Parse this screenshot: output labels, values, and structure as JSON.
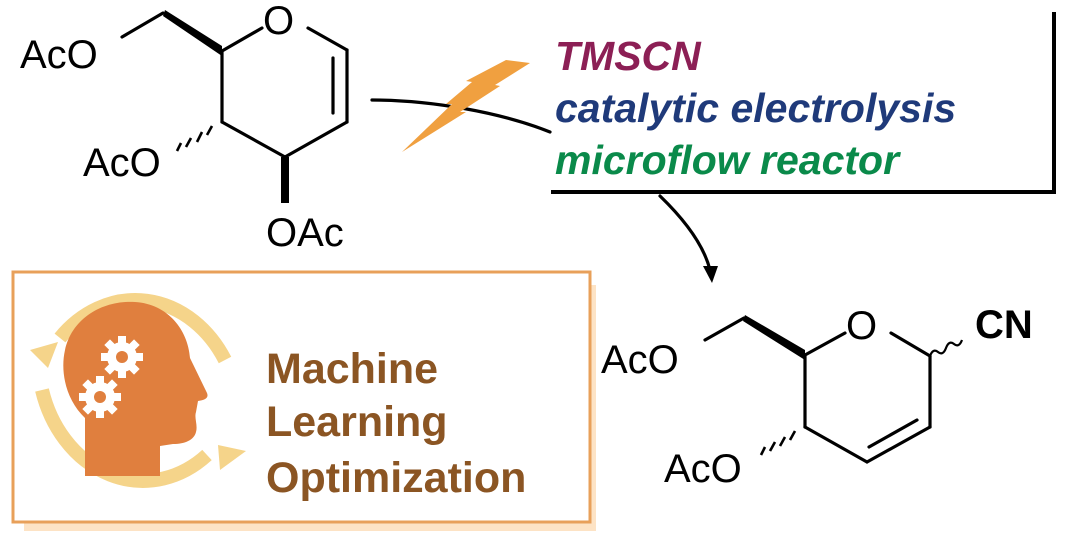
{
  "reactant": {
    "name": "tri-O-acetyl-D-glucal",
    "labels": {
      "c6_oac": "AcO",
      "c3_oac": "AcO",
      "c4_oac": "OAc",
      "ring_o": "O"
    }
  },
  "conditions": {
    "reagent": "TMSCN",
    "method": "catalytic electrolysis",
    "apparatus": "microflow reactor",
    "colors": {
      "reagent": "#8c1f55",
      "method": "#1f3a7a",
      "apparatus": "#0a8a4a"
    }
  },
  "product": {
    "labels": {
      "c6_oac": "AcO",
      "c4_oac": "AcO",
      "ring_o": "O",
      "substituent": "CN"
    },
    "substituent_color": "#8c1f55"
  },
  "ml_box": {
    "lines": [
      "Machine",
      "Learning",
      "Optimization"
    ],
    "text_color": "#8b5523",
    "border_color": "#e8a05a",
    "shadow_color": "#fde3c5",
    "head_color": "#e07f3e",
    "cycle_color": "#f5d48a",
    "icon": "brain-gears-cycle-icon"
  },
  "electrolysis_icon": {
    "name": "lightning-bolt-icon",
    "color": "#f0a040"
  }
}
